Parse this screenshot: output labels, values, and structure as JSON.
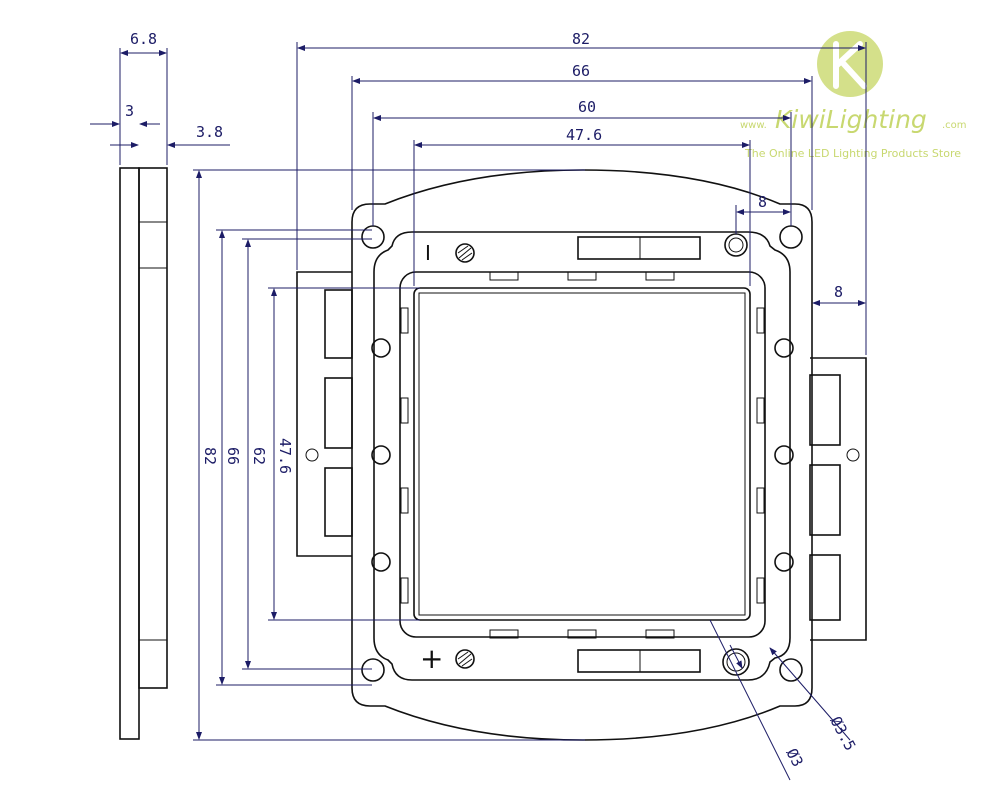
{
  "brand": {
    "www": "www.",
    "name": "KiwiLighting",
    "com": ".com",
    "tagline": "The Online LED Lighting Products Store"
  },
  "dimensions": {
    "side_total_width": "6.8",
    "side_plate": "3",
    "side_body": "3.8",
    "top_overall": "82",
    "top_flange": "66",
    "top_holes": "60",
    "top_emitter": "47.6",
    "right_hole_offset": "8",
    "right_tab_offset": "8",
    "left_overall": "82",
    "left_flange": "66",
    "left_frame": "62",
    "left_emitter": "47.6",
    "hole_large": "Ø3.5",
    "hole_small": "Ø3"
  },
  "markings": {
    "negative": "I",
    "positive": "+"
  },
  "colors": {
    "outline": "#111111",
    "dimension": "#1c1c66",
    "brand": "#c8d870"
  }
}
